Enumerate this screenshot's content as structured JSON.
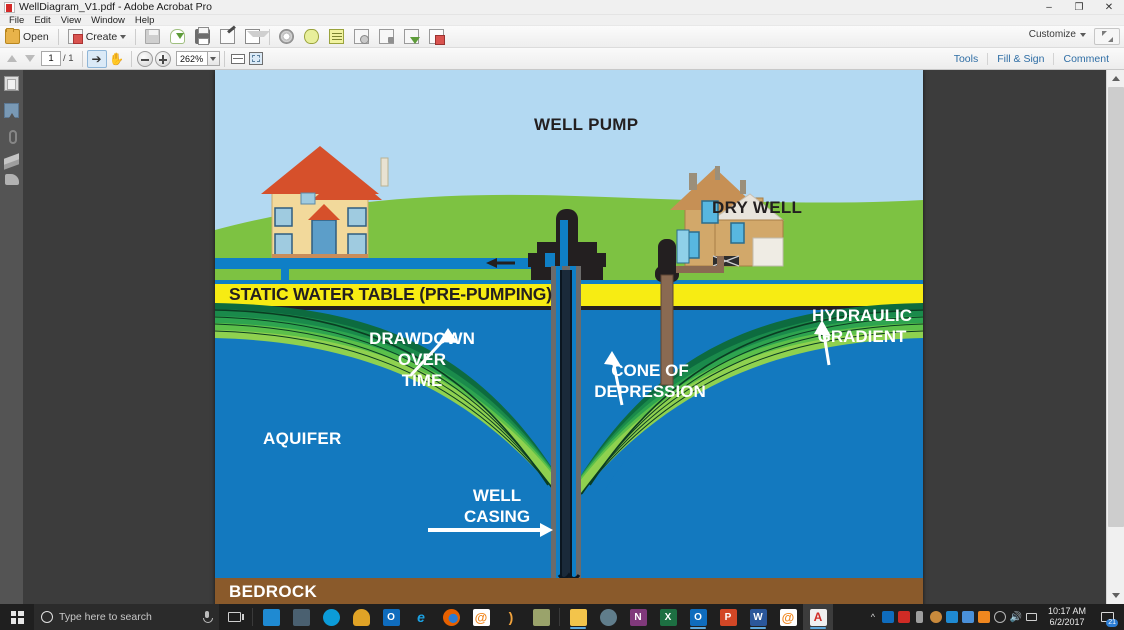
{
  "window": {
    "title": "WellDiagram_V1.pdf - Adobe Acrobat Pro",
    "app_icon": "acrobat-icon",
    "minimize": "–",
    "maximize": "❐",
    "close": "✕"
  },
  "menubar": {
    "items": [
      "File",
      "Edit",
      "View",
      "Window",
      "Help"
    ]
  },
  "toolbar": {
    "open_label": "Open",
    "create_label": "Create",
    "customize_label": "Customize",
    "icons": [
      "open-folder-icon",
      "create-pdf-icon",
      "save-icon",
      "send-to-cloud-icon",
      "print-icon",
      "sign-icon",
      "email-icon",
      "tools-gear-icon",
      "sticky-note-icon",
      "highlight-comment-icon",
      "stamp-icon",
      "protect-lock-icon",
      "export-pdf-icon",
      "form-icon",
      "expand-panel-icon"
    ],
    "right_tabs": [
      "Tools",
      "Fill & Sign",
      "Comment"
    ]
  },
  "pagenav": {
    "current_page": "1",
    "page_total": "/ 1",
    "zoom_value": "262%",
    "select_tool": "select-tool",
    "hand_tool": "hand-tool",
    "zoom_out": "zoom-out-button",
    "zoom_in": "zoom-in-button",
    "fit_width": "fit-width-button",
    "fit_page": "fit-page-button"
  },
  "sidebar": {
    "items": [
      {
        "name": "page-thumbnails-icon"
      },
      {
        "name": "bookmarks-icon"
      },
      {
        "name": "attachments-icon"
      },
      {
        "name": "layers-icon"
      },
      {
        "name": "signatures-icon"
      }
    ]
  },
  "document": {
    "title": "Well Diagram",
    "labels": {
      "well_pump": "WELL PUMP",
      "dry_well": "DRY WELL",
      "static_water_table": "STATIC WATER TABLE (PRE-PUMPING)",
      "drawdown": "DRAWDOWN\nOVER\nTIME",
      "drawdown_line1": "DRAWDOWN",
      "drawdown_line2": "OVER",
      "drawdown_line3": "TIME",
      "cone_line1": "CONE OF",
      "cone_line2": "DEPRESSION",
      "hydraulic_line1": "HYDRAULIC",
      "hydraulic_line2": "GRADIENT",
      "aquifer": "AQUIFER",
      "well_casing_line1": "WELL",
      "well_casing_line2": "CASING",
      "bedrock": "BEDROCK"
    },
    "colors": {
      "sky": "#b3d9f2",
      "grass": "#7dc242",
      "grass_dark": "#6cb43a",
      "water_table_band": "#f7ec13",
      "aquifer": "#1379bf",
      "bedrock": "#8a5a2b",
      "pipe_blue": "#0f7fc6",
      "casing_dark": "#231f20",
      "band1": "#0d6b3f",
      "band2": "#1a8a4b",
      "band3": "#2ea44f",
      "band4": "#5cc04a",
      "band5": "#8fd14f"
    }
  },
  "taskbar": {
    "search_placeholder": "Type here to search",
    "time": "10:17 AM",
    "date": "6/2/2017",
    "notification_count": "21",
    "pinned": [
      {
        "name": "remote-desktop-icon",
        "color": "#1f8ad2",
        "glyph": ""
      },
      {
        "name": "screen-share-icon",
        "color": "#4a6070",
        "glyph": ""
      },
      {
        "name": "teamviewer-icon",
        "color": "#0c9bd8",
        "glyph": ""
      },
      {
        "name": "padlock-icon",
        "color": "#e0a326",
        "glyph": ""
      },
      {
        "name": "outlook-icon",
        "color": "#0f6cbd",
        "glyph": "O"
      },
      {
        "name": "internet-explorer-icon",
        "color": "#1ba1e2",
        "glyph": "e"
      },
      {
        "name": "firefox-icon",
        "color": "#e66000",
        "glyph": ""
      },
      {
        "name": "spiral-app-icon",
        "color": "#f0871f",
        "glyph": "@"
      },
      {
        "name": "sound-wave-icon",
        "color": "#f2a33c",
        "glyph": ")"
      },
      {
        "name": "calculator-icon",
        "color": "#9aa36b",
        "glyph": ""
      }
    ],
    "running": [
      {
        "name": "file-explorer-icon",
        "color": "#f3c44b",
        "glyph": ""
      },
      {
        "name": "globe-app-icon",
        "color": "#607d8b",
        "glyph": ""
      },
      {
        "name": "onenote-icon",
        "color": "#80397b",
        "glyph": "N"
      },
      {
        "name": "excel-icon",
        "color": "#1d6f42",
        "glyph": "X"
      },
      {
        "name": "outlook-running-icon",
        "color": "#0f6cbd",
        "glyph": "O"
      },
      {
        "name": "powerpoint-icon",
        "color": "#d24726",
        "glyph": "P"
      },
      {
        "name": "word-icon",
        "color": "#2b579a",
        "glyph": "W"
      },
      {
        "name": "spiral-running-icon",
        "color": "#f0871f",
        "glyph": "@"
      },
      {
        "name": "acrobat-running-icon",
        "color": "#cf2b25",
        "glyph": "A"
      }
    ],
    "tray": [
      {
        "name": "tray-outlook-icon",
        "color": "#0f6cbd"
      },
      {
        "name": "tray-acrobat-icon",
        "color": "#cf2b25"
      },
      {
        "name": "tray-usb-icon",
        "color": "#9e9e9e"
      },
      {
        "name": "tray-disc-icon",
        "color": "#c98a3c"
      },
      {
        "name": "tray-display-icon",
        "color": "#1f8ad2"
      },
      {
        "name": "tray-network-icon",
        "color": "#4a90d9"
      },
      {
        "name": "tray-update-icon",
        "color": "#f0871f"
      },
      {
        "name": "tray-circle-icon",
        "color": "#9e9e9e"
      },
      {
        "name": "tray-volume-icon",
        "color": "#cfcfcf"
      },
      {
        "name": "tray-network2-icon",
        "color": "#cfcfcf"
      }
    ]
  }
}
